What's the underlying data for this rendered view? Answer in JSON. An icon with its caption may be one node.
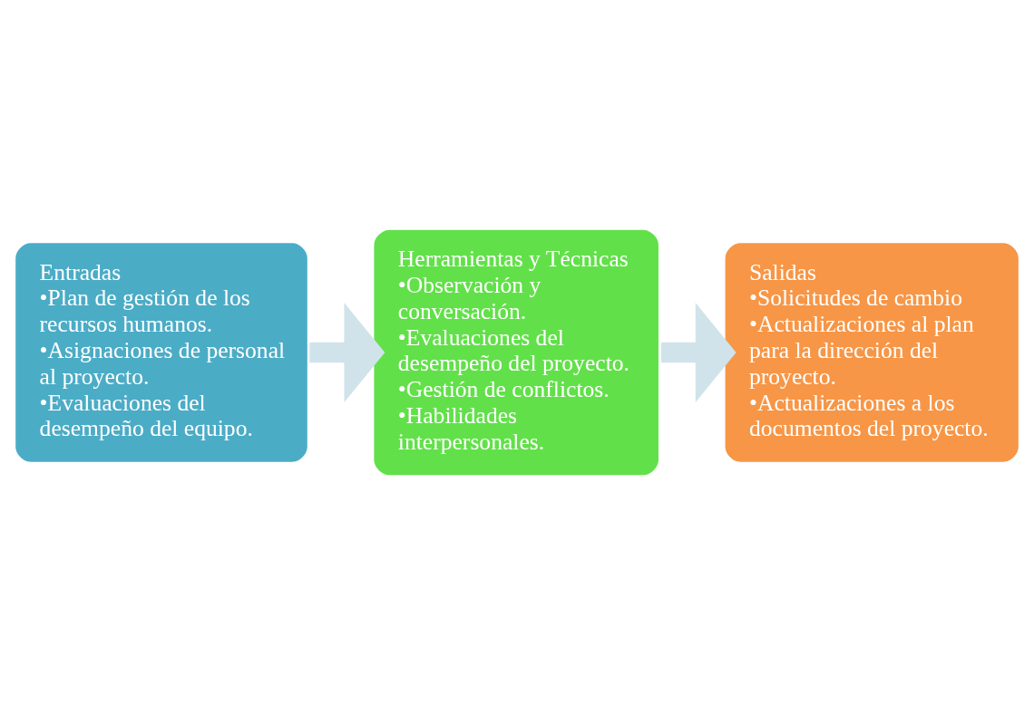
{
  "diagram": {
    "nodes": [
      {
        "text": [
          "Entradas",
          "•Plan de gestión de los recursos humanos.",
          "•Asignaciones de personal al proyecto.",
          "•Evaluaciones del desempeño del equipo."
        ]
      },
      {
        "text": [
          "Herramientas y Técnicas",
          "•Observación y conversación.",
          "•Evaluaciones del desempeño del proyecto.",
          "•Gestión de conflictos.",
          "•Habilidades interpersonales."
        ]
      },
      {
        "text": [
          "Salidas",
          "•Solicitudes de cambio",
          "•Actualizaciones al plan para la dirección del proyecto.",
          "•Actualizaciones a los documentos del proyecto."
        ]
      }
    ],
    "edges": [
      {
        "from": 0,
        "to": 1,
        "arrow": "to"
      },
      {
        "from": 1,
        "to": 2,
        "arrow": "to"
      }
    ]
  }
}
